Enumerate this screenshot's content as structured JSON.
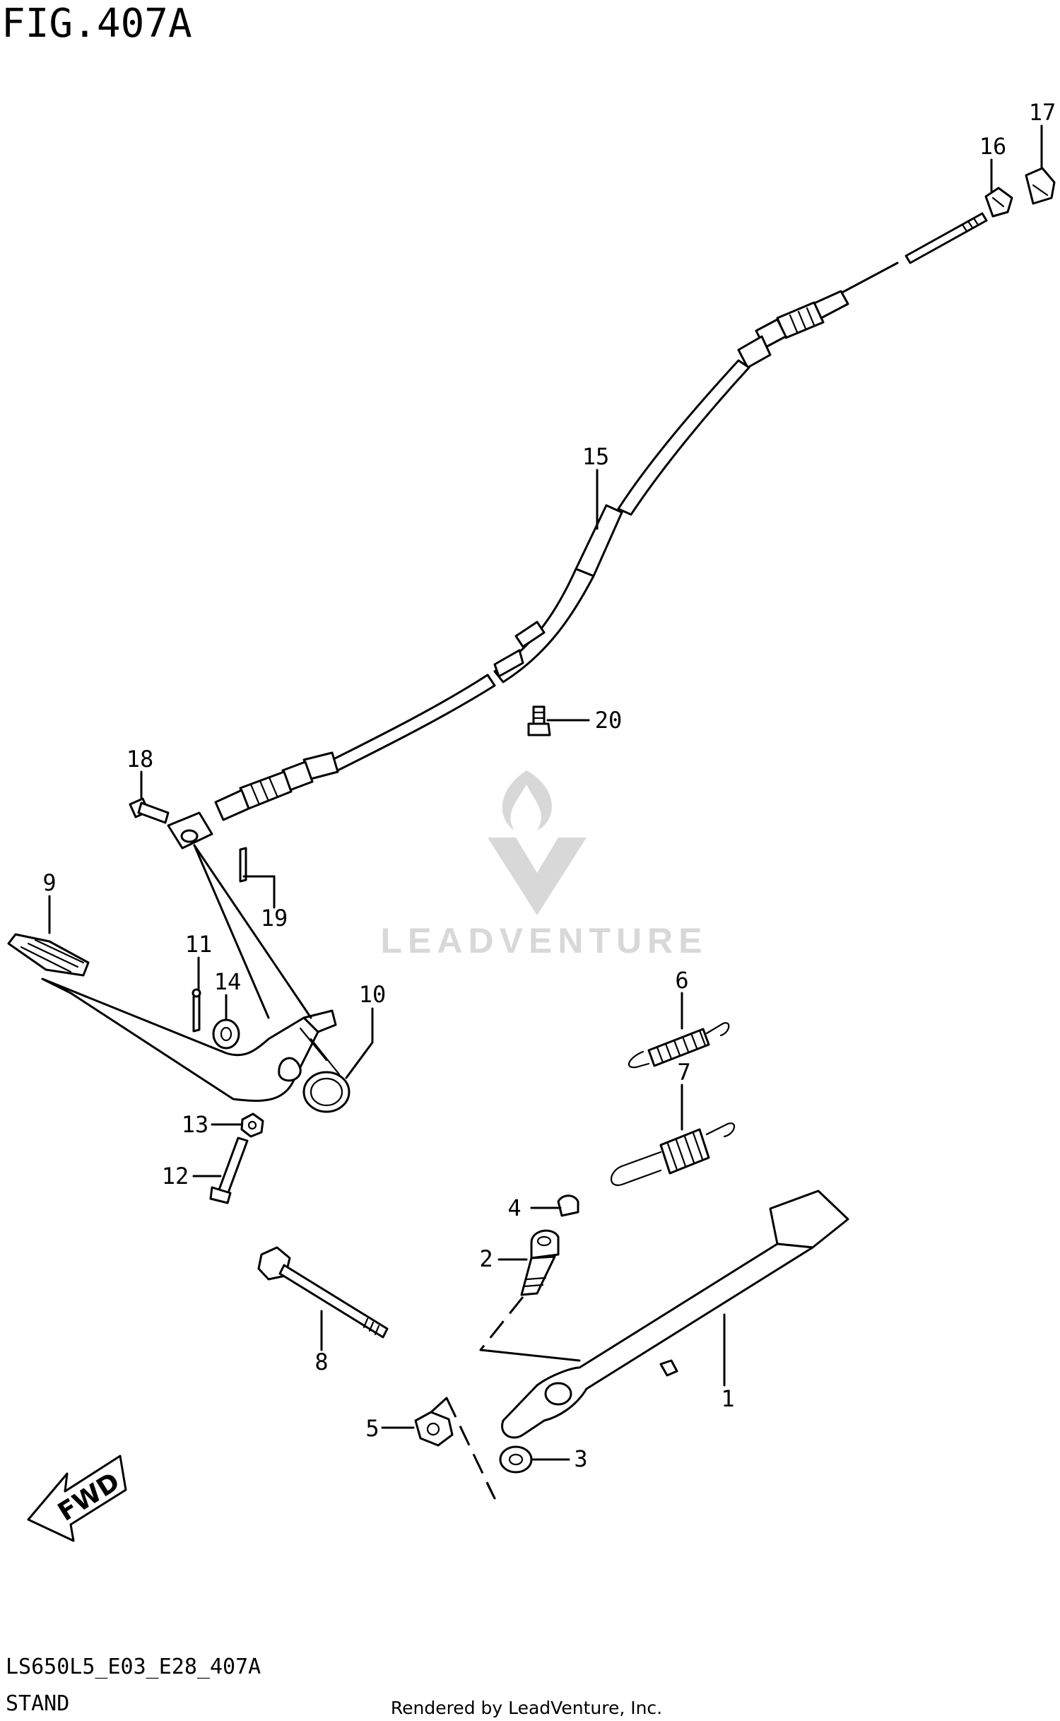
{
  "figure_title": "FIG.407A",
  "footer": {
    "code": "LS650L5_E03_E28_407A",
    "section": "STAND",
    "rendered_by": "Rendered by LeadVenture, Inc."
  },
  "watermark": {
    "text": "LEADVENTURE"
  },
  "fwd_badge": {
    "text": "FWD"
  },
  "callouts": {
    "c1": "1",
    "c2": "2",
    "c3": "3",
    "c4": "4",
    "c5": "5",
    "c6": "6",
    "c7": "7",
    "c8": "8",
    "c9": "9",
    "c10": "10",
    "c11": "11",
    "c12": "12",
    "c13": "13",
    "c14": "14",
    "c15": "15",
    "c16": "16",
    "c17": "17",
    "c18": "18",
    "c19": "19",
    "c20": "20"
  }
}
